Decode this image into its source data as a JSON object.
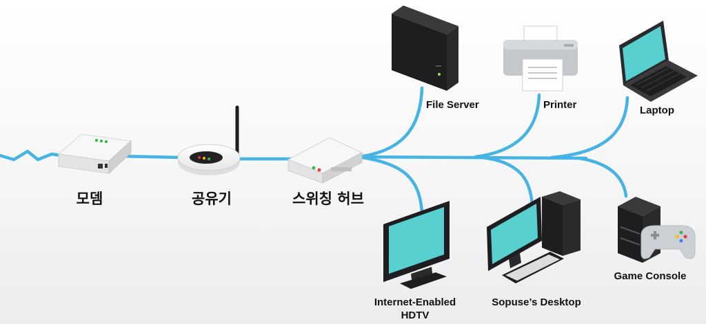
{
  "devices": {
    "modem": {
      "label": "모뎀"
    },
    "router": {
      "label": "공유기"
    },
    "switch_hub": {
      "label": "스위칭 허브"
    },
    "file_server": {
      "label": "File Server"
    },
    "printer": {
      "label": "Printer"
    },
    "laptop": {
      "label": "Laptop"
    },
    "hdtv": {
      "label_line1": "Internet-Enabled",
      "label_line2": "HDTV"
    },
    "desktop": {
      "label": "Sopuse’s Desktop"
    },
    "game_console": {
      "label": "Game Console"
    }
  },
  "colors": {
    "link": "#45b3e3",
    "screen": "#57d0cf",
    "device_dark": "#1e1e20",
    "device_light": "#eeeeee"
  }
}
